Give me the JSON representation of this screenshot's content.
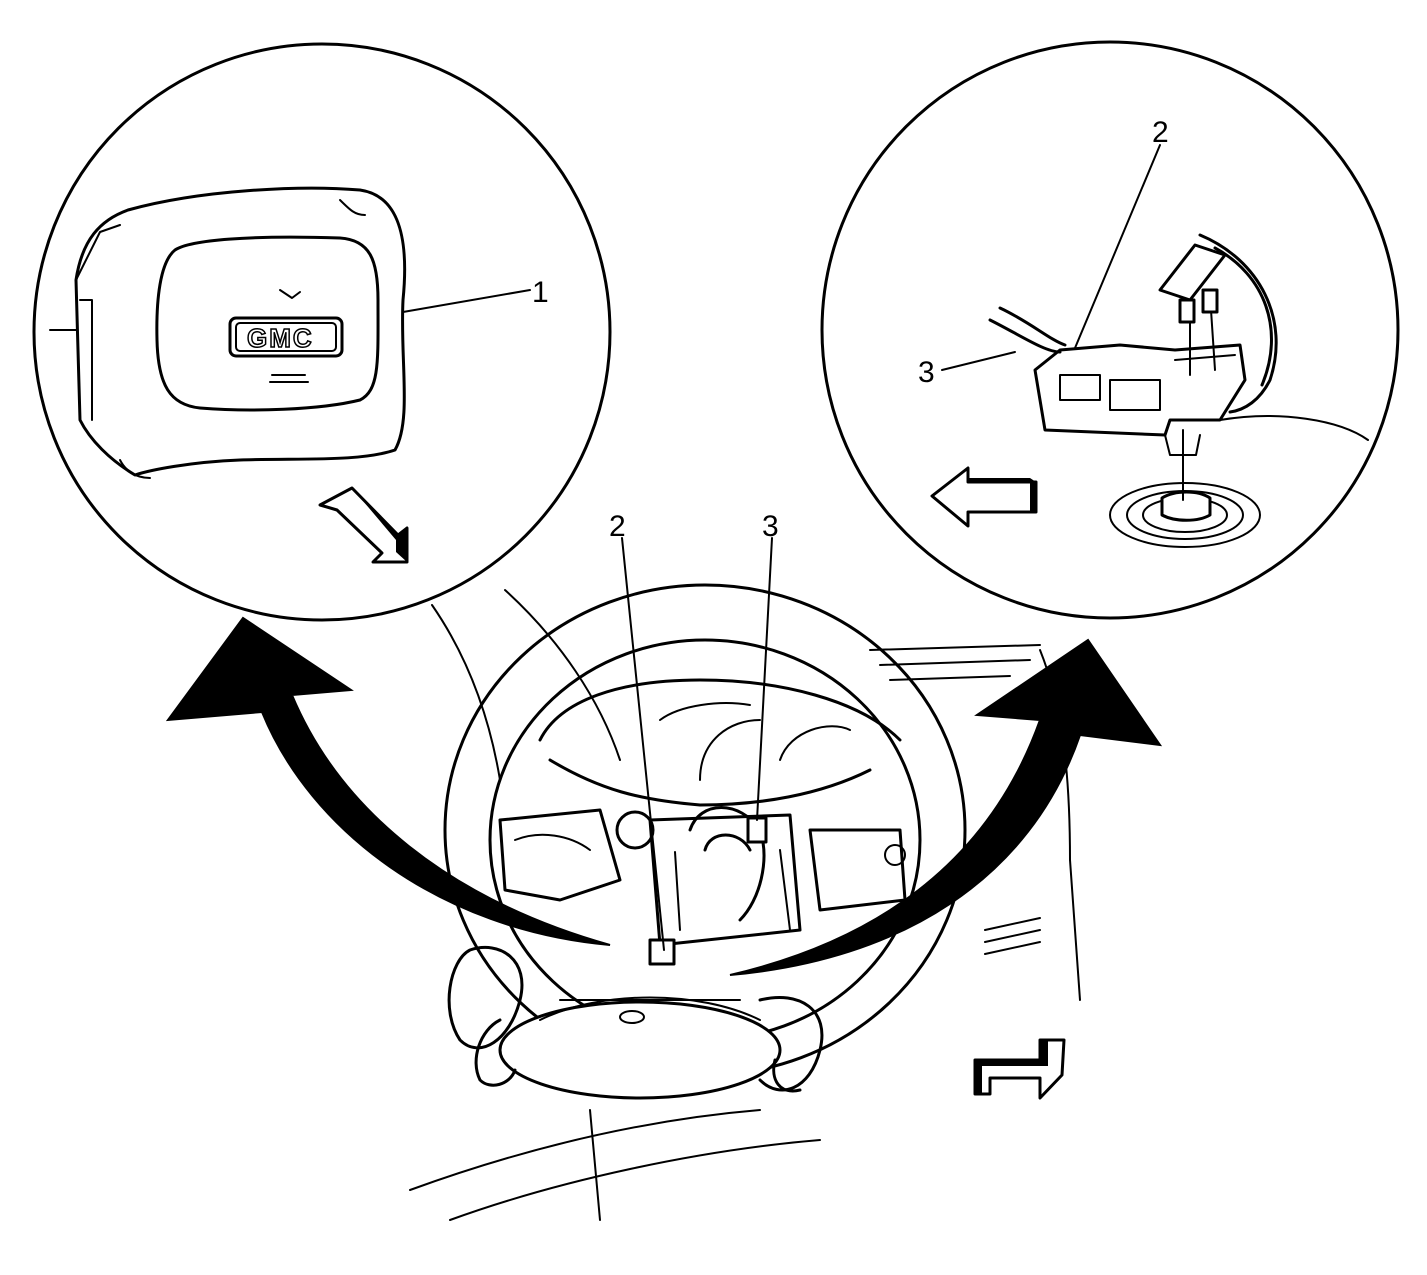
{
  "figure": {
    "logo_text": "GMC",
    "callouts": {
      "left_inset": [
        "1"
      ],
      "right_inset": [
        "2",
        "3"
      ],
      "main": [
        "2",
        "3"
      ]
    }
  },
  "colors": {
    "ink": "#000000",
    "paper": "#ffffff"
  },
  "icons": [
    "direction-arrow-icon",
    "curved-arrow-icon"
  ]
}
